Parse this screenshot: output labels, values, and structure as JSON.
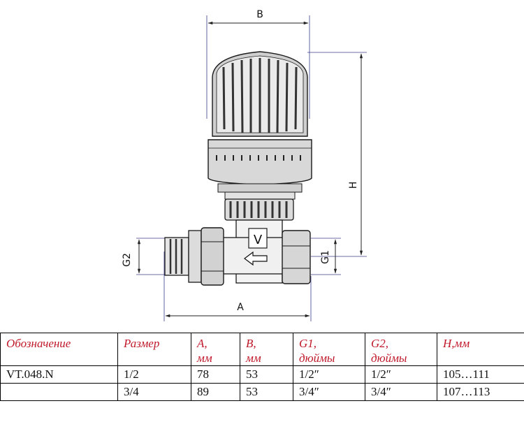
{
  "drawing": {
    "dim_b": "B",
    "dim_h": "H",
    "dim_a": "A",
    "dim_g1": "G1",
    "dim_g2": "G2"
  },
  "table": {
    "headers": {
      "designation": "Обозначение",
      "size": "Размер",
      "a": "A,",
      "a_unit": "мм",
      "b": "B,",
      "b_unit": "мм",
      "g1": "G1,",
      "g1_unit": "дюймы",
      "g2": "G2,",
      "g2_unit": "дюймы",
      "h": "H,мм"
    },
    "rows": [
      {
        "designation": "VT.048.N",
        "size": "1/2",
        "a": "78",
        "b": "53",
        "g1": "1/2″",
        "g2": "1/2″",
        "h": "105…111"
      },
      {
        "designation": "",
        "size": "3/4",
        "a": "89",
        "b": "53",
        "g1": "3/4″",
        "g2": "3/4″",
        "h": "107…113"
      }
    ]
  },
  "colors": {
    "header_text": "#c0182a",
    "drawing_lines": "#1a1a1a",
    "dimension_lines": "#3b3b8a"
  }
}
